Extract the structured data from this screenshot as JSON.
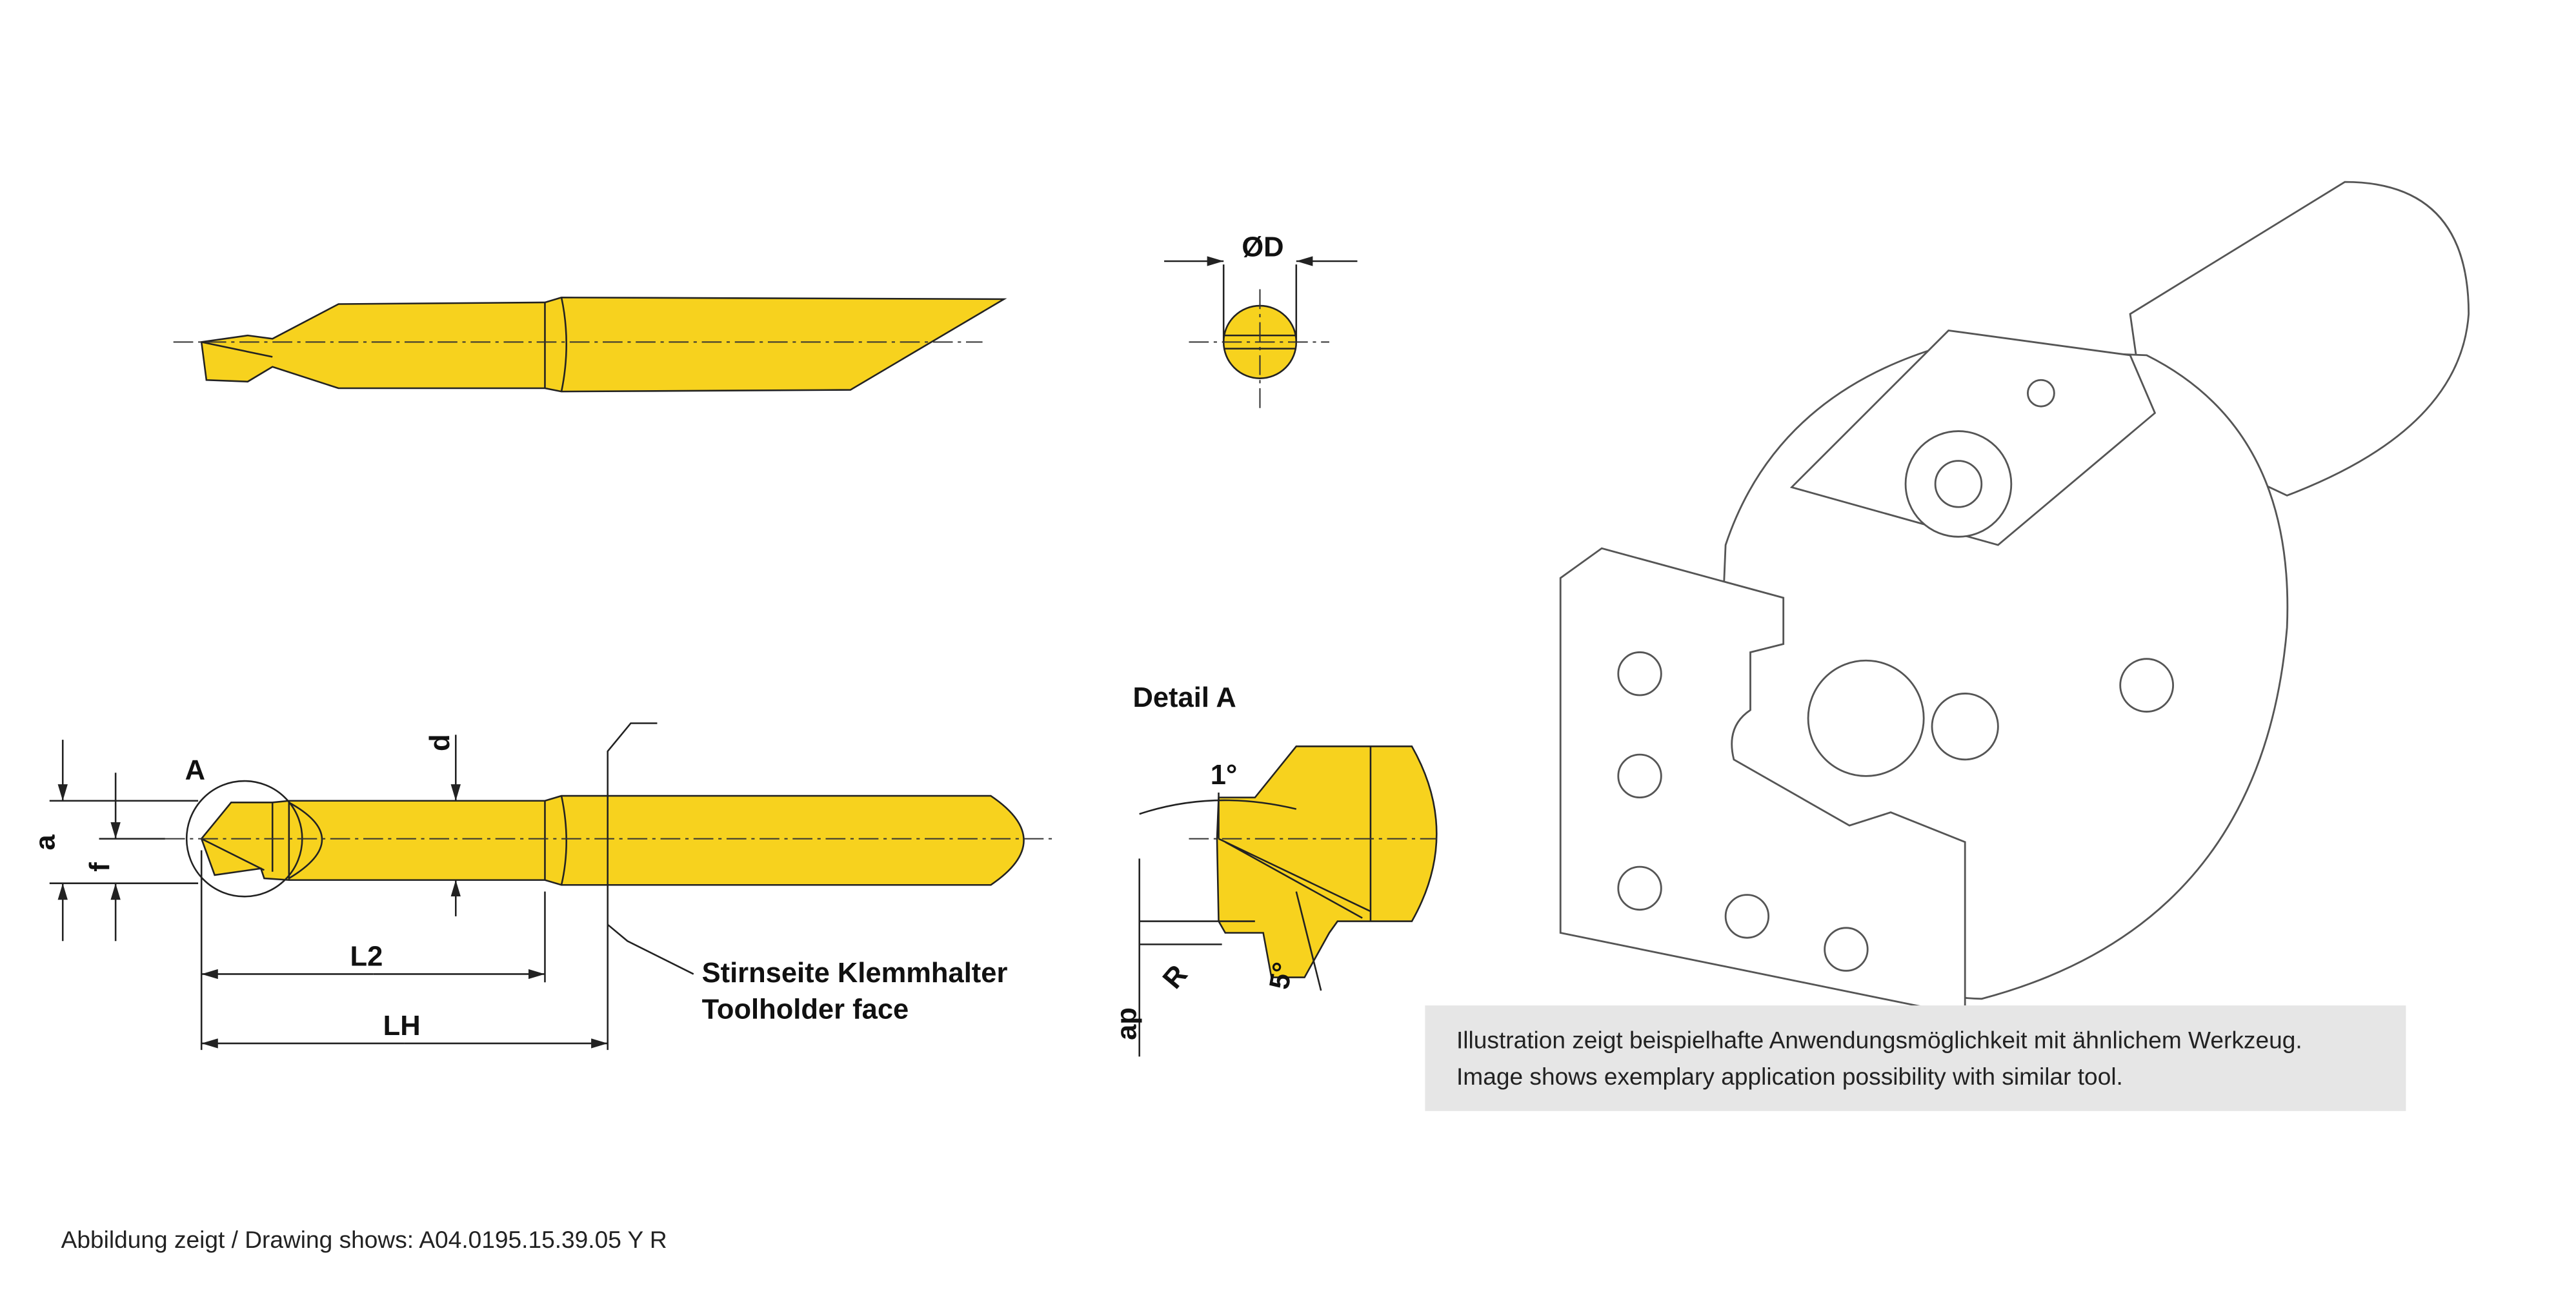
{
  "side_view": {
    "labels": {
      "a": "a",
      "f": "f",
      "detail_marker": "A",
      "d": "d",
      "L2": "L2",
      "LH": "LH"
    },
    "toolholder_face": {
      "de": "Stirnseite Klemmhalter",
      "en": "Toolholder face"
    }
  },
  "front_view": {
    "diameter_label": "ØD"
  },
  "detail": {
    "title": "Detail A",
    "angle_top": "1°",
    "radius": "R",
    "angle_side": "5°",
    "ap": "ap"
  },
  "illustration_caption": {
    "de": "Illustration zeigt beispielhafte Anwendungsmöglichkeit mit ähnlichem Werkzeug.",
    "en": "Image shows exemplary application possibility with similar tool."
  },
  "footer": "Abbildung zeigt / Drawing shows: A04.0195.15.39.05 Y R",
  "colors": {
    "tool": "#F7D21E",
    "caption_bg": "#E6E6E6"
  }
}
